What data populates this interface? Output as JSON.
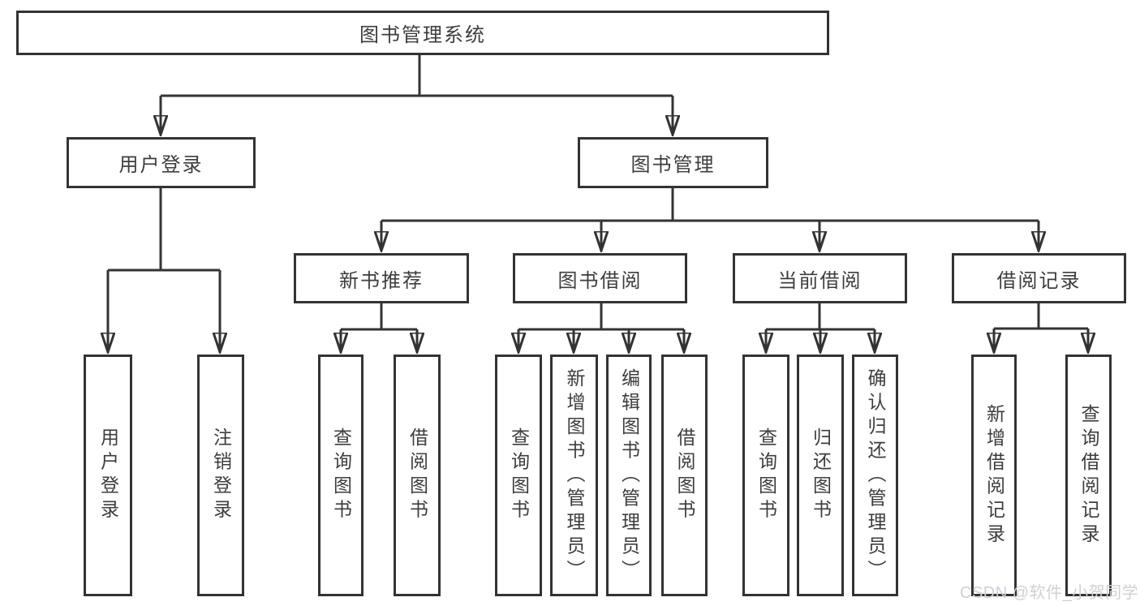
{
  "diagram": {
    "root": "图书管理系统",
    "level2": {
      "user_login": "用户登录",
      "book_management": "图书管理"
    },
    "level3": {
      "new_books": "新书推荐",
      "book_borrowing": "图书借阅",
      "current_borrowing": "当前借阅",
      "borrowing_records": "借阅记录"
    },
    "leaves": {
      "user_login": [
        "用户登录",
        "注销登录"
      ],
      "new_books": [
        "查询图书",
        "借阅图书"
      ],
      "book_borrowing": [
        "查询图书",
        "新增图书（管理员）",
        "编辑图书（管理员）",
        "借阅图书"
      ],
      "current_borrowing": [
        "查询图书",
        "归还图书",
        "确认归还（管理员）"
      ],
      "borrowing_records": [
        "新增借阅记录",
        "查询借阅记录"
      ]
    },
    "watermark": "CSDN @软件_小贺同学",
    "colors": {
      "line": "#333333",
      "box_fill": "#ffffff",
      "text": "#3d3d3d",
      "watermark": "#cfcfd8"
    }
  }
}
